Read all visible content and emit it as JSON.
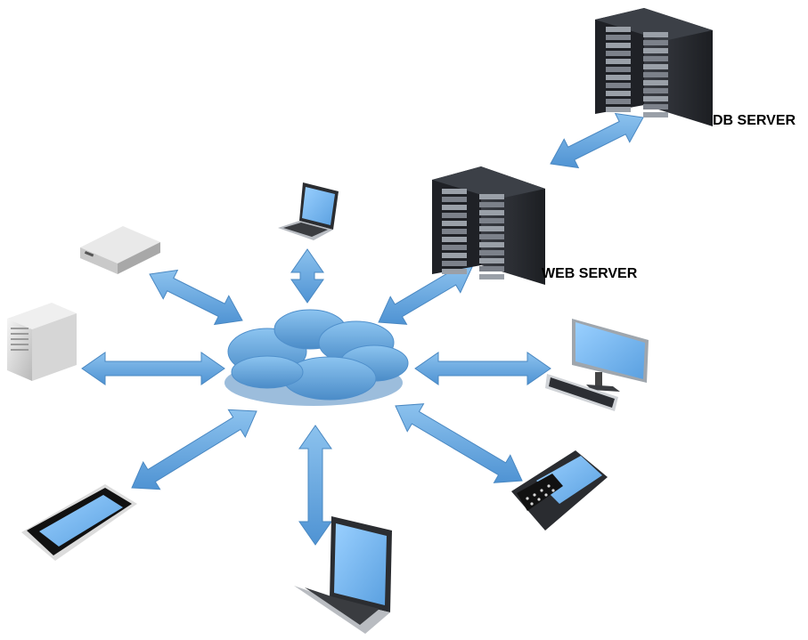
{
  "labels": {
    "db_server": "DB SERVER",
    "web_server": "WEB SERVER"
  },
  "nodes": [
    {
      "id": "cloud",
      "icon": "cloud-icon"
    },
    {
      "id": "db-server",
      "icon": "server-rack-icon"
    },
    {
      "id": "web-server",
      "icon": "server-rack-icon"
    },
    {
      "id": "top-laptop",
      "icon": "laptop-icon"
    },
    {
      "id": "network-appliance",
      "icon": "network-appliance-icon"
    },
    {
      "id": "tower-pc",
      "icon": "tower-pc-icon"
    },
    {
      "id": "desktop-monitor",
      "icon": "desktop-monitor-icon"
    },
    {
      "id": "smartphone-left",
      "icon": "smartphone-icon"
    },
    {
      "id": "bottom-laptop",
      "icon": "laptop-icon"
    },
    {
      "id": "blackberry-phone",
      "icon": "keyboard-phone-icon"
    }
  ],
  "colors": {
    "arrow": "#5fa3df",
    "arrow_edge": "#4a88c2",
    "cloud": "#6aaee6",
    "cloud_shadow": "#4f8fcb",
    "screen": "#7cbcf2",
    "server_body": "#2a2d33",
    "label": "#000000"
  }
}
